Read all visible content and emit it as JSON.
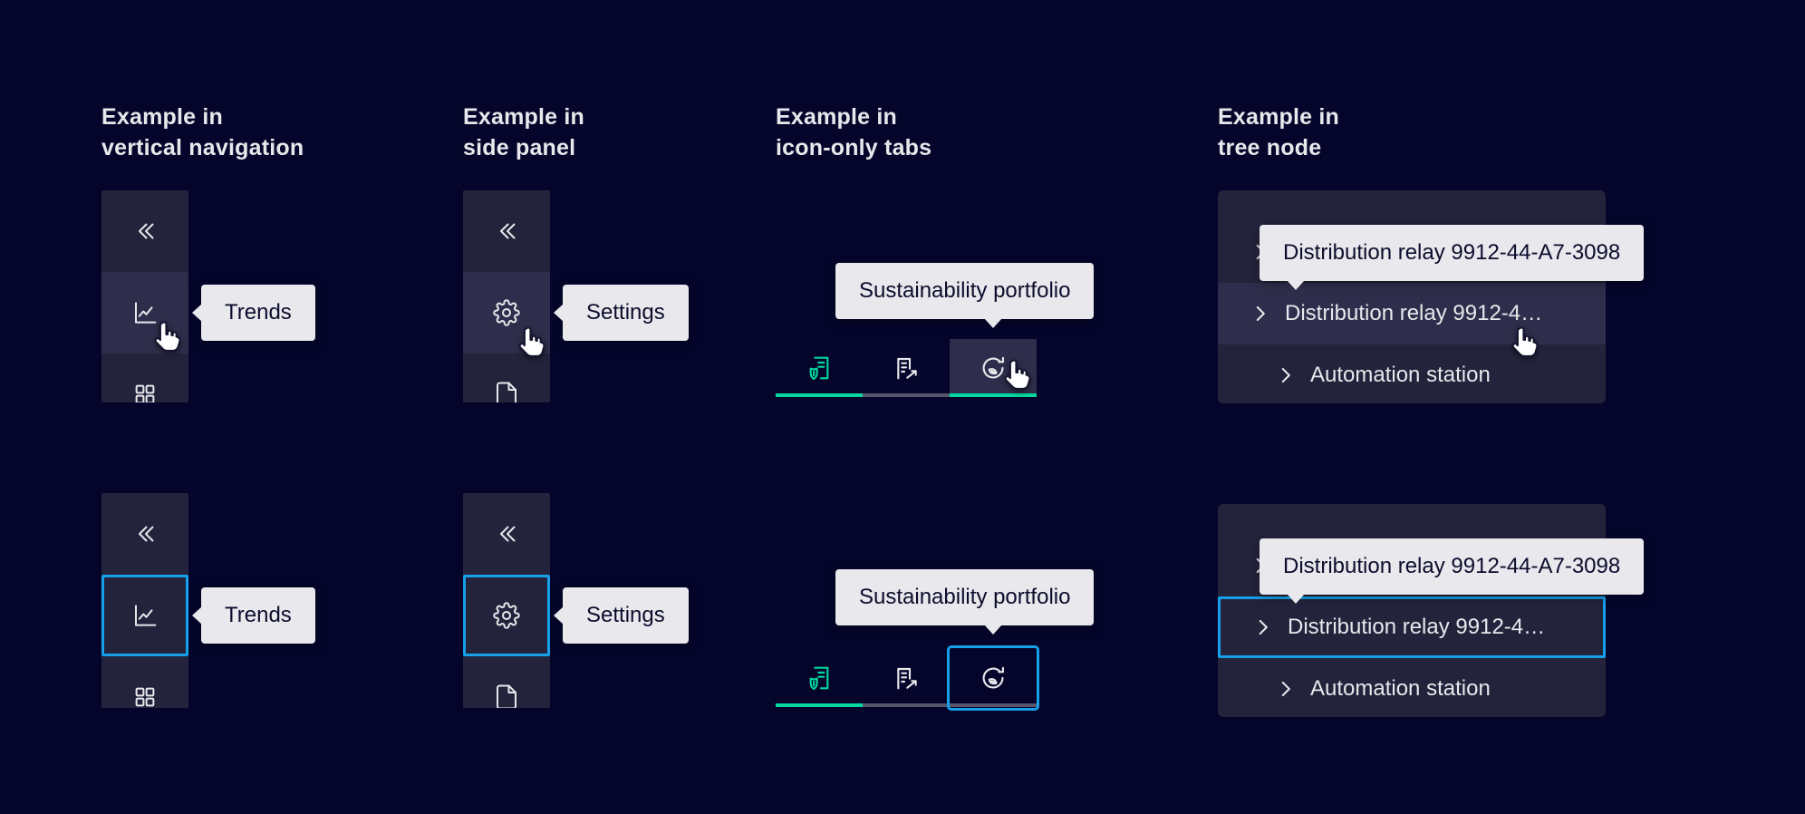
{
  "colors": {
    "page_bg": "#05052b",
    "panel_bg": "#23233c",
    "hover_bg": "#2e2e4c",
    "tooltip_bg": "#e8e8ed",
    "tooltip_text": "#0c0c2c",
    "text": "#e8e8ec",
    "accent": "#00d79e",
    "focus": "#16a0ea",
    "line_inactive": "#55556b"
  },
  "sections": {
    "vertical_navigation": {
      "heading_line1": "Example in",
      "heading_line2": "vertical navigation",
      "tooltip": "Trends"
    },
    "side_panel": {
      "heading_line1": "Example in",
      "heading_line2": "side panel",
      "tooltip": "Settings"
    },
    "icon_only_tabs": {
      "heading_line1": "Example in",
      "heading_line2": "icon-only tabs",
      "tooltip": "Sustainability portfolio"
    },
    "tree_node": {
      "heading_line1": "Example in",
      "heading_line2": "tree node",
      "tooltip": "Distribution relay 9912-44-A7-3098",
      "node_label": "Distribution relay 9912-4…",
      "child_label": "Automation station"
    }
  },
  "icons": {
    "collapse": "double-chevron-left",
    "trends": "line-chart",
    "apps": "app-grid",
    "settings": "gear",
    "document": "file",
    "tab_1": "sustainability-report",
    "tab_2": "building-report",
    "tab_3": "eco-cycle",
    "tree_expander": "chevron-right",
    "cursor": "hand-pointer"
  }
}
